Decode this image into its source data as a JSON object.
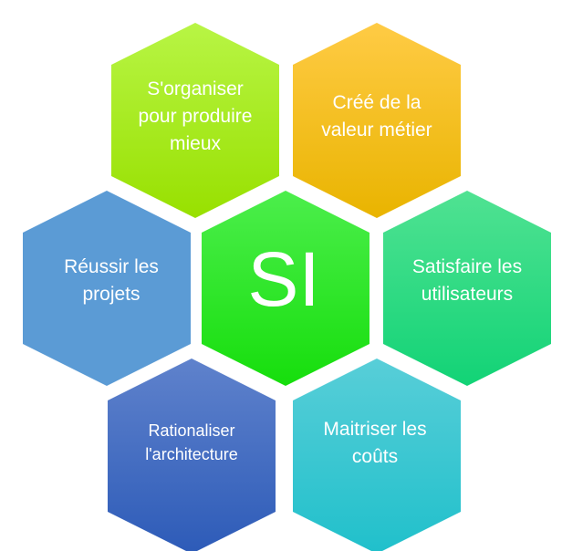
{
  "center": {
    "label": "SI",
    "color_top": "#4cee4c",
    "color_bottom": "#16de0c"
  },
  "hexagons": [
    {
      "id": "organiser",
      "label": "S'organiser pour produire mieux",
      "color_top": "#b8f545",
      "color_bottom": "#98e000"
    },
    {
      "id": "valeur",
      "label": "Créé de la valeur métier",
      "color_top": "#ffcb45",
      "color_bottom": "#e9b400"
    },
    {
      "id": "projets",
      "label": "Réussir les projets",
      "color_top": "#5b9bd5",
      "color_bottom": "#5b9bd5"
    },
    {
      "id": "utilisateurs",
      "label": "Satisfaire les utilisateurs",
      "color_top": "#50e292",
      "color_bottom": "#12d376"
    },
    {
      "id": "architecture",
      "label": "Rationaliser l'architecture",
      "color_top": "#5f82cc",
      "color_bottom": "#2d5bb8"
    },
    {
      "id": "couts",
      "label": "Maitriser les coûts",
      "color_top": "#58ced8",
      "color_bottom": "#20c0cb"
    }
  ]
}
